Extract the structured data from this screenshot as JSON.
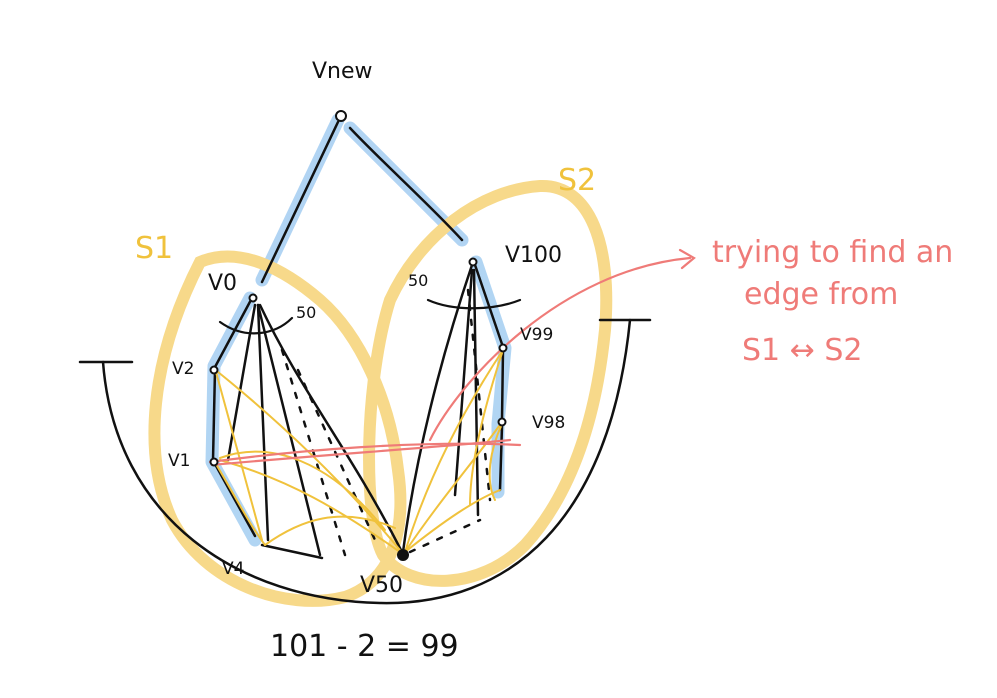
{
  "colors": {
    "ink": "#111111",
    "set_outline": "#f7d98a",
    "path_highlight": "#a9d0f2",
    "clique_edges": "#f0c23c",
    "annotation": "#ef7b78"
  },
  "vertices": {
    "v_new": "Vnew",
    "v_0": "V0",
    "v_100": "V100",
    "v_99": "V99",
    "v_98": "V98",
    "v_2": "V2",
    "v_1": "V1",
    "v_4": "V4",
    "v_50": "V50"
  },
  "sets": {
    "s1": "S1",
    "s2": "S2"
  },
  "degree_marks": {
    "left": "50",
    "right": "50"
  },
  "annotation": {
    "line1": "trying to find an",
    "line2": "edge from",
    "line3": "S1 ↔ S2"
  },
  "equation": "101 - 2 = 99"
}
